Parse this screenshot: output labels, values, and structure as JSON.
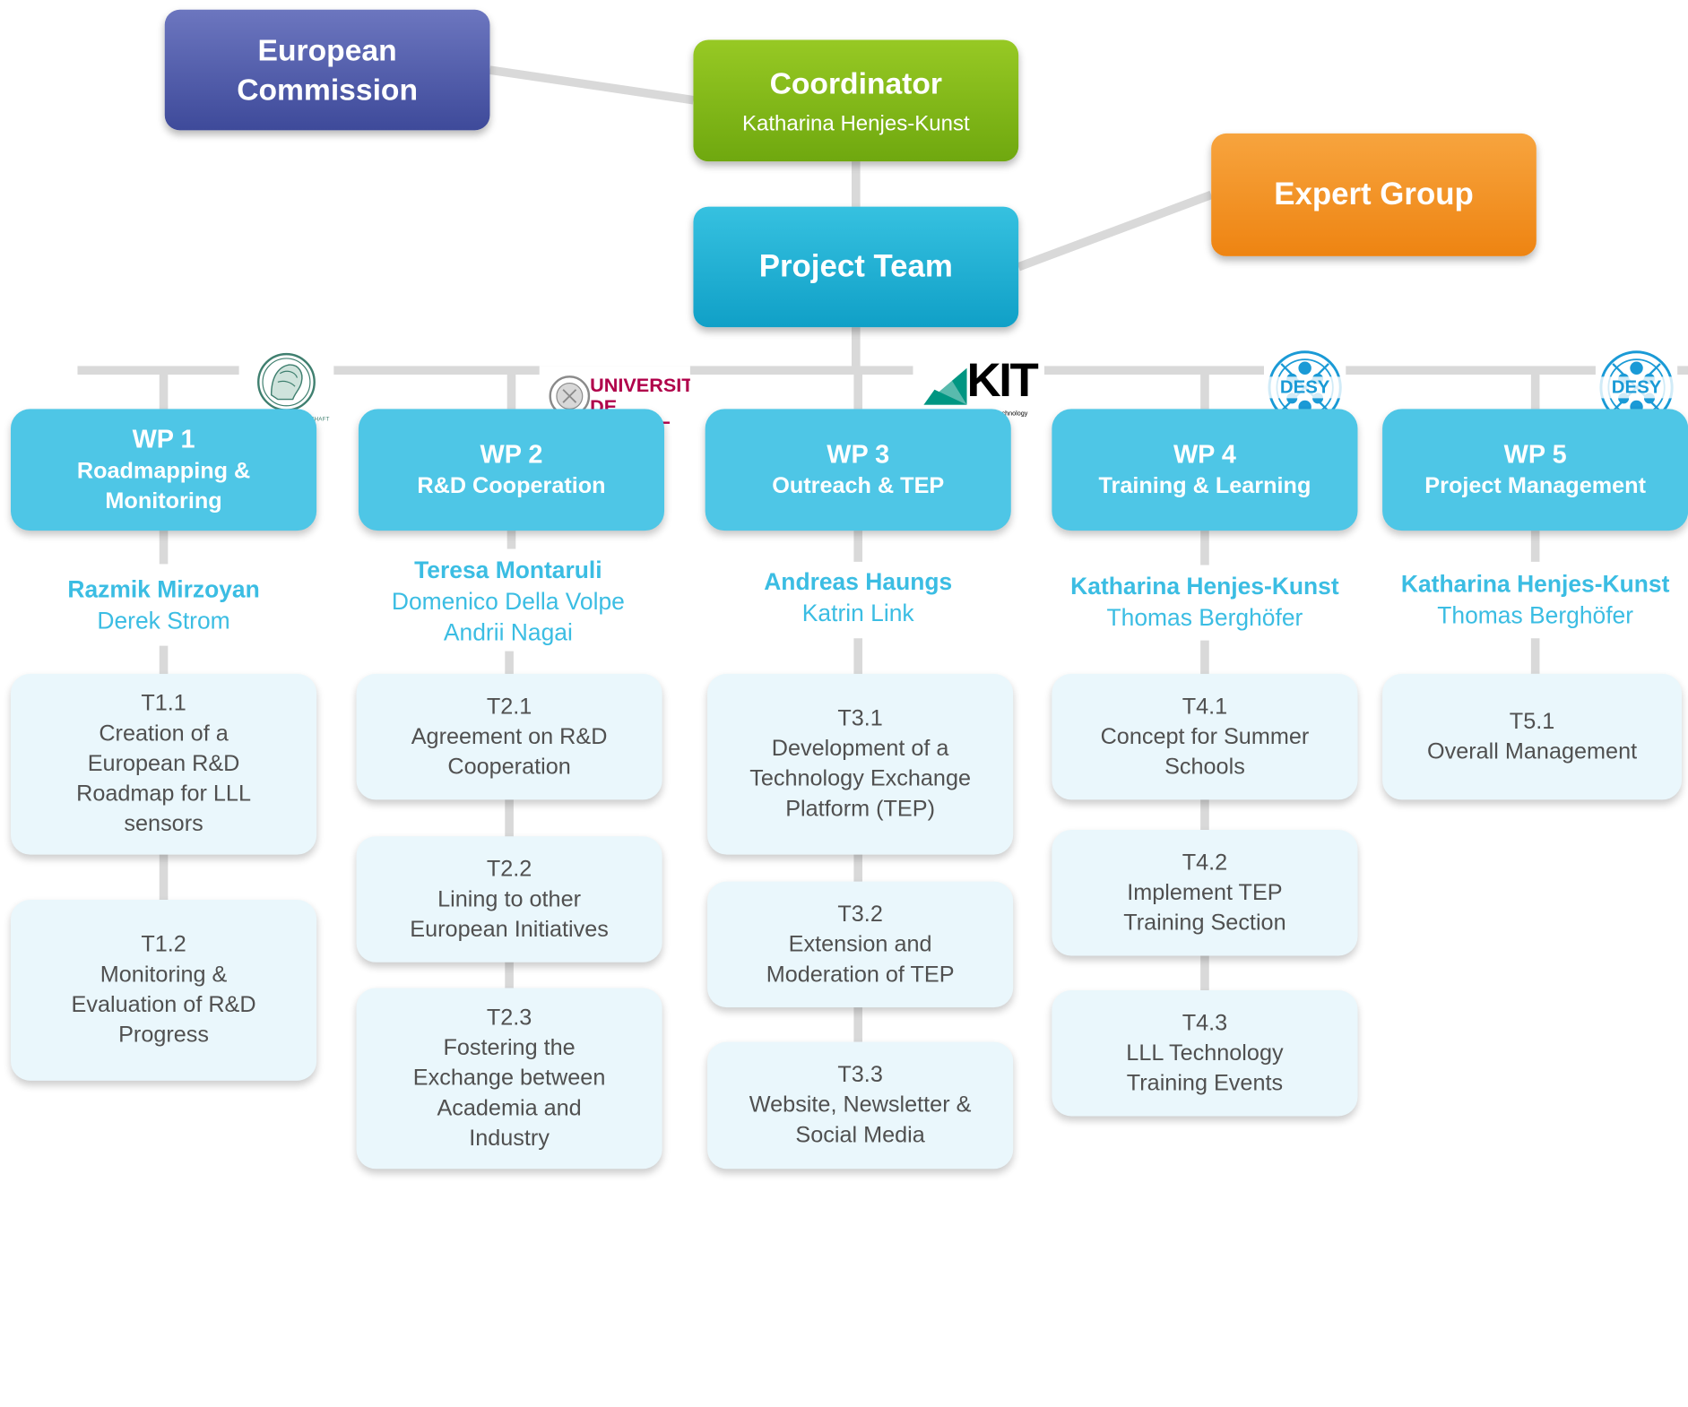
{
  "top": {
    "european_commission": "European\nCommission",
    "coordinator_title": "Coordinator",
    "coordinator_name": "Katharina Henjes-Kunst",
    "project_team": "Project Team",
    "expert_group": "Expert Group"
  },
  "logos": {
    "kit_text": "KIT",
    "kit_sub": "Karlsruhe Institute of Technology",
    "geneve_line1": "UNIVERSITÉ",
    "geneve_line2": "DE GENÈVE",
    "mpg_text": "MAX-PLANCK-GESELLSCHAFT",
    "desy": "DESY"
  },
  "colors": {
    "european_commission": "#4a55a6",
    "coordinator": "#82b81a",
    "expert_group": "#f39325",
    "project_team": "#1fb0d6",
    "work_package": "#4ec6e6",
    "task": "#eaf7fc",
    "people_text": "#3bbde3",
    "connector": "#d9d9d9"
  },
  "work_packages": [
    {
      "number": "WP 1",
      "title": "Roadmapping &\nMonitoring",
      "lead": "Razmik Mirzoyan",
      "members": [
        "Derek Strom"
      ],
      "tasks": [
        "T1.1\nCreation of a\nEuropean R&D\nRoadmap for LLL\nsensors",
        "T1.2\nMonitoring &\nEvaluation of R&D\nProgress"
      ]
    },
    {
      "number": "WP 2",
      "title": "R&D Cooperation",
      "lead": "Teresa Montaruli",
      "members": [
        "Domenico Della Volpe",
        "Andrii Nagai"
      ],
      "tasks": [
        "T2.1\nAgreement on R&D\nCooperation",
        "T2.2\nLining to other\nEuropean Initiatives",
        "T2.3\nFostering the\nExchange between\nAcademia and\nIndustry"
      ]
    },
    {
      "number": "WP 3",
      "title": "Outreach & TEP",
      "lead": "Andreas Haungs",
      "members": [
        "Katrin Link"
      ],
      "tasks": [
        "T3.1\nDevelopment of a\nTechnology Exchange\nPlatform (TEP)",
        "T3.2\nExtension and\nModeration of TEP",
        "T3.3\nWebsite, Newsletter &\nSocial Media"
      ]
    },
    {
      "number": "WP 4",
      "title": "Training & Learning",
      "lead": "Katharina Henjes-Kunst",
      "members": [
        "Thomas Berghöfer"
      ],
      "tasks": [
        "T4.1\nConcept for Summer\nSchools",
        "T4.2\nImplement TEP\nTraining Section",
        "T4.3\nLLL Technology\nTraining Events"
      ]
    },
    {
      "number": "WP 5",
      "title": "Project Management",
      "lead": "Katharina Henjes-Kunst",
      "members": [
        "Thomas Berghöfer"
      ],
      "tasks": [
        "T5.1\nOverall Management"
      ]
    }
  ]
}
